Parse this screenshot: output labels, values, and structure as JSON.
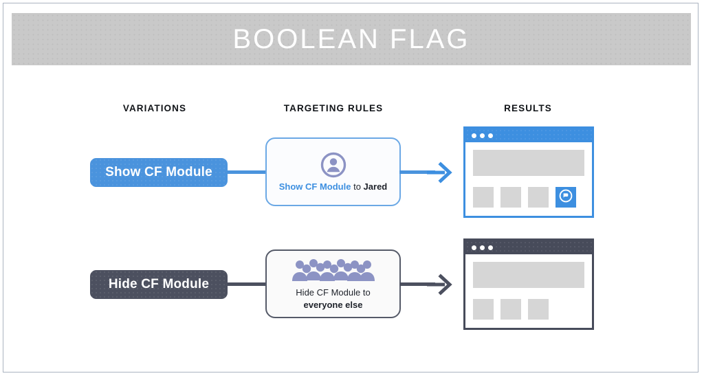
{
  "banner": {
    "title": "BOOLEAN FLAG"
  },
  "columns": [
    {
      "id": "variations",
      "label": "VARIATIONS"
    },
    {
      "id": "targeting",
      "label": "TARGETING RULES"
    },
    {
      "id": "results",
      "label": "RESULTS"
    }
  ],
  "colors": {
    "accent_blue": "#3d8fe0",
    "pill_blue": "#4a93dd",
    "dark_slate": "#4c505f",
    "banner_gray": "#c9c9c9",
    "placeholder_gray": "#d6d6d6",
    "person_icon": "#8c93c4",
    "frame_border": "#aab3c0"
  },
  "rows": [
    {
      "id": "show",
      "variation": {
        "label": "Show CF Module",
        "style": "blue"
      },
      "rule": {
        "icon": "person-circle-icon",
        "text_accent": "Show CF Module",
        "text_middle": " to ",
        "text_strong": "Jared",
        "style": "blue"
      },
      "arrow": {
        "style": "blue"
      },
      "result": {
        "style": "blue",
        "dots": 3,
        "tiles": [
          "plain",
          "plain",
          "plain",
          "flagged"
        ],
        "flag_icon": "flag-circle-icon"
      }
    },
    {
      "id": "hide",
      "variation": {
        "label": "Hide CF Module",
        "style": "dark"
      },
      "rule": {
        "icon": "crowd-icon",
        "text_accent": "",
        "text_middle": "Hide CF Module to",
        "text_strong": "everyone else",
        "style": "dark"
      },
      "arrow": {
        "style": "dark"
      },
      "result": {
        "style": "dark",
        "dots": 3,
        "tiles": [
          "plain",
          "plain",
          "plain"
        ],
        "flag_icon": ""
      }
    }
  ]
}
